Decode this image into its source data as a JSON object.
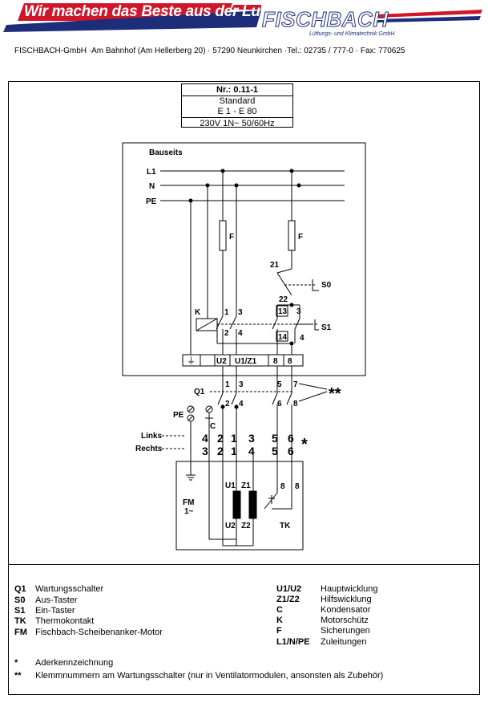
{
  "header": {
    "slogan": "Wir machen das Beste aus der Luft !",
    "brand": "FISCHBACH",
    "brand_sub": "Lüftungs- und Klimatechnik GmbH",
    "address": "FISCHBACH-GmbH ·Am Bahnhof (Am Hellerberg 20) · 57290 Neunkirchen ·Tel.: 02735 / 777-0 · Fax: 770625",
    "colors": {
      "red": "#d0162a",
      "navy": "#1d2d7a"
    }
  },
  "title_block": {
    "number": "Nr.: 0.11-1",
    "type": "Standard",
    "models": "E 1 - E 80",
    "supply": "230V 1N~ 50/60Hz"
  },
  "diagram": {
    "site_label": "Bauseits",
    "lines": [
      "L1",
      "N",
      "PE"
    ],
    "fuse_label": "F",
    "contactor_label": "K",
    "contact_21": "21",
    "contact_22": "22",
    "contact_13": "13",
    "contact_14": "14",
    "s0": "S0",
    "s1": "S1",
    "k_contacts": {
      "c1": "1",
      "c2": "2",
      "c3": "3",
      "c4": "4",
      "c3b": "3",
      "c4b": "4"
    },
    "terminals": [
      "⏚",
      "U2",
      "U1/Z1",
      "8",
      "8"
    ],
    "q1_label": "Q1",
    "pe_label": "PE",
    "c_label": "C",
    "q1_nums": {
      "n1": "1",
      "n3": "3",
      "n5": "5",
      "n7": "7",
      "n2": "2",
      "n4": "4",
      "n6": "6",
      "n8": "8"
    },
    "double_star": "**",
    "single_star": "*",
    "links_label": "Links",
    "rechts_label": "Rechts",
    "links_cores": [
      "4",
      "2",
      "1",
      "3",
      "5",
      "6"
    ],
    "rechts_cores": [
      "3",
      "2",
      "1",
      "4",
      "5",
      "6"
    ],
    "motor_label": "FM",
    "motor_phase": "1~",
    "u1": "U1",
    "z1": "Z1",
    "u2": "U2",
    "z2": "Z2",
    "tk_label": "TK",
    "tk_8a": "8",
    "tk_8b": "8"
  },
  "legend": {
    "left": [
      {
        "code": "Q1",
        "text": "Wartungsschalter"
      },
      {
        "code": "S0",
        "text": "Aus-Taster"
      },
      {
        "code": "S1",
        "text": "Ein-Taster"
      },
      {
        "code": "TK",
        "text": "Thermokontakt"
      },
      {
        "code": "FM",
        "text": "Fischbach-Scheibenanker-Motor"
      }
    ],
    "right": [
      {
        "code": "U1/U2",
        "text": "Hauptwicklung"
      },
      {
        "code": "Z1/Z2",
        "text": "Hilfswicklung"
      },
      {
        "code": "C",
        "text": "Kondensator"
      },
      {
        "code": "K",
        "text": "Motorschütz"
      },
      {
        "code": "F",
        "text": "Sicherungen"
      },
      {
        "code": "L1/N/PE",
        "text": "Zuleitungen"
      }
    ],
    "notes": [
      {
        "mark": "*",
        "text": "Aderkennzeichnung"
      },
      {
        "mark": "**",
        "text": "Klemmnummern am Wartungsschalter (nur in Ventilatormodulen, ansonsten als Zubehör)"
      }
    ]
  }
}
